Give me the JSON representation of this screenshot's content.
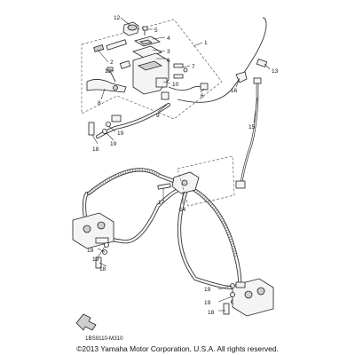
{
  "callouts": {
    "c1": "1",
    "c2": "2",
    "c3": "3",
    "c4": "4",
    "c5": "5",
    "c6": "6",
    "c7": "7",
    "c8": "8",
    "c9": "9",
    "c10": "10",
    "c11": "11",
    "c12": "12",
    "c13": "13",
    "c14": "14",
    "c15": "15",
    "c16": "16",
    "c17": "17",
    "c18a": "18",
    "c19a": "19",
    "c19b": "19",
    "c19c": "19",
    "c18b": "18",
    "c19d": "19",
    "c19e": "19",
    "c18c": "18"
  },
  "reference_code": "1BS9110-M310",
  "copyright": "©2013 Yamaha Motor Corporation, U.S.A. All rights reserved."
}
